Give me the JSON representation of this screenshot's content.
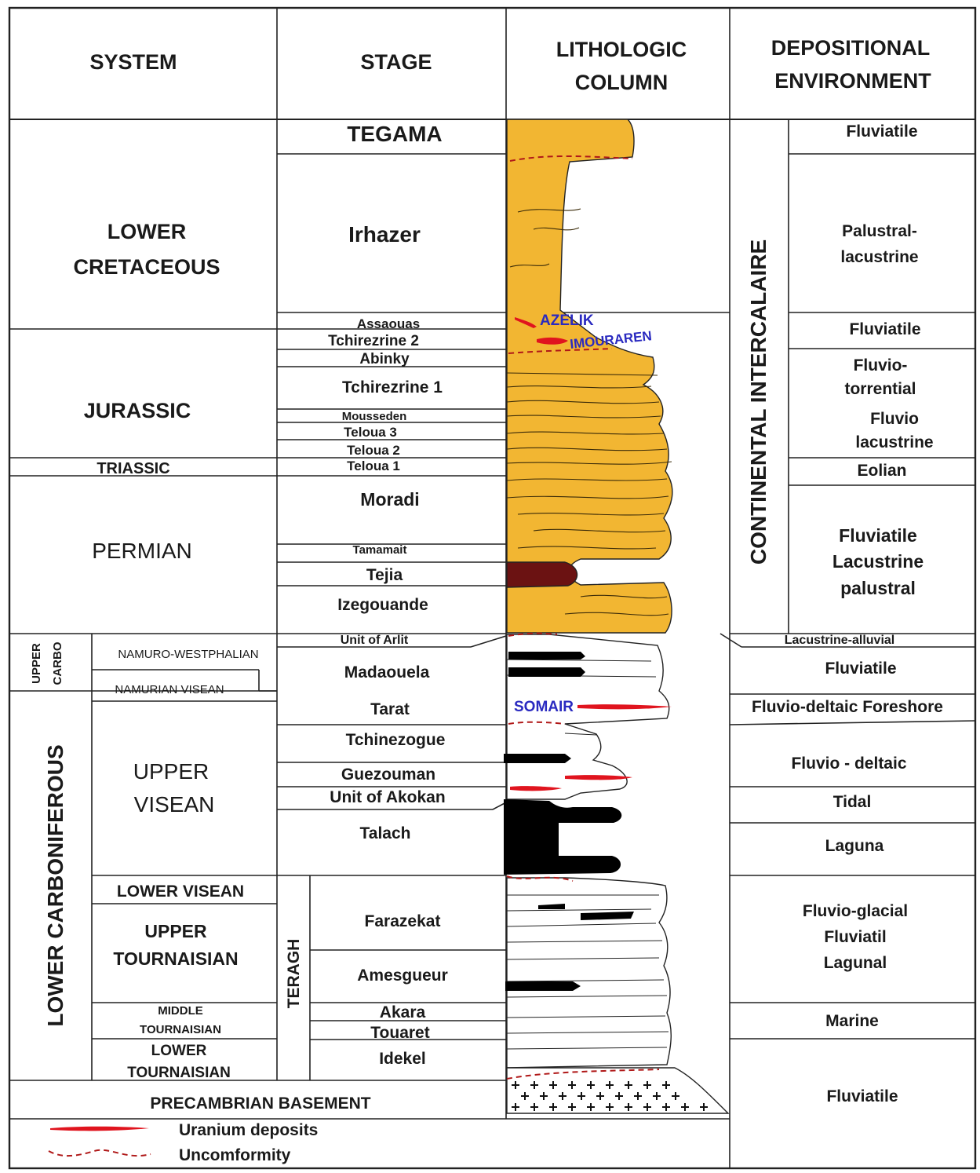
{
  "headers": {
    "system": "SYSTEM",
    "stage": "STAGE",
    "litho_1": "LITHOLOGIC",
    "litho_2": "COLUMN",
    "env_1": "DEPOSITIONAL",
    "env_2": "ENVIRONMENT"
  },
  "systems": {
    "lower_cretaceous_1": "LOWER",
    "lower_cretaceous_2": "CRETACEOUS",
    "jurassic": "JURASSIC",
    "triassic": "TRIASSIC",
    "permian": "PERMIAN",
    "upper_carbo_1": "UPPER",
    "upper_carbo_2": "CARBO",
    "lower_carboniferous": "LOWER CARBONIFEROUS",
    "precambrian": "PRECAMBRIAN BASEMENT"
  },
  "substages": {
    "namuro_westphalian": "NAMURO-WESTPHALIAN",
    "namurian_visean": "NAMURIAN VISEAN",
    "upper_visean_1": "UPPER",
    "upper_visean_2": "VISEAN",
    "lower_visean": "LOWER VISEAN",
    "upper_tournaisian_1": "UPPER",
    "upper_tournaisian_2": "TOURNAISIAN",
    "middle_tournaisian_1": "MIDDLE",
    "middle_tournaisian_2": "TOURNAISIAN",
    "lower_tournaisian_1": "LOWER",
    "lower_tournaisian_2": "TOURNAISIAN",
    "teragh": "TERAGH"
  },
  "stages": {
    "tegama": "TEGAMA",
    "irhazer": "Irhazer",
    "assaouas": "Assaouas",
    "tchirezrine2": "Tchirezrine 2",
    "abinky": "Abinky",
    "tchirezrine1": "Tchirezrine 1",
    "mousseden": "Mousseden",
    "teloua3": "Teloua 3",
    "teloua2": "Teloua 2",
    "teloua1": "Teloua 1",
    "moradi": "Moradi",
    "tamamait": "Tamamait",
    "tejia": "Tejia",
    "izegouande": "Izegouande",
    "unit_of_arlit": "Unit of Arlit",
    "madaouela": "Madaouela",
    "tarat": "Tarat",
    "tchinezogue": "Tchinezogue",
    "guezouman": "Guezouman",
    "unit_of_akokan": "Unit of Akokan",
    "talach": "Talach",
    "farazekat": "Farazekat",
    "amesgueur": "Amesgueur",
    "akara": "Akara",
    "touaret": "Touaret",
    "idekel": "Idekel"
  },
  "deposits": {
    "azelik": "AZELIK",
    "imouraren": "IMOURAREN",
    "somair": "SOMAIR"
  },
  "environments": {
    "continental_intercalaire": "CONTINENTAL INTERCALAIRE",
    "fluviatile_1": "Fluviatile",
    "palustral_1": "Palustral-",
    "palustral_2": "lacustrine",
    "fluviatile_2": "Fluviatile",
    "fluvio_torr_1": "Fluvio-",
    "fluvio_torr_2": "torrential",
    "fluvio_lac_1": "Fluvio",
    "fluvio_lac_2": "lacustrine",
    "eolian": "Eolian",
    "fll_1": "Fluviatile",
    "fll_2": "Lacustrine",
    "fll_3": "palustral",
    "lacustrine_alluvial": "Lacustrine-alluvial",
    "fluviatile_3": "Fluviatile",
    "fluvio_deltaic_foreshore": "Fluvio-deltaic Foreshore",
    "fluvio_deltaic": "Fluvio - deltaic",
    "tidal": "Tidal",
    "laguna": "Laguna",
    "fgl_1": "Fluvio-glacial",
    "fgl_2": "Fluviatil",
    "fgl_3": "Lagunal",
    "marine": "Marine",
    "fluviatile_4": "Fluviatile"
  },
  "legend": {
    "uranium": "Uranium deposits",
    "unconformity": "Uncomformity"
  },
  "colors": {
    "sandstone_fill": "#f2b632",
    "tejia_fill": "#6b1212",
    "coal_fill": "#000000",
    "uranium_red": "#e0141e",
    "unconformity_red": "#b01818",
    "deposit_label_blue": "#2a2ac0"
  }
}
